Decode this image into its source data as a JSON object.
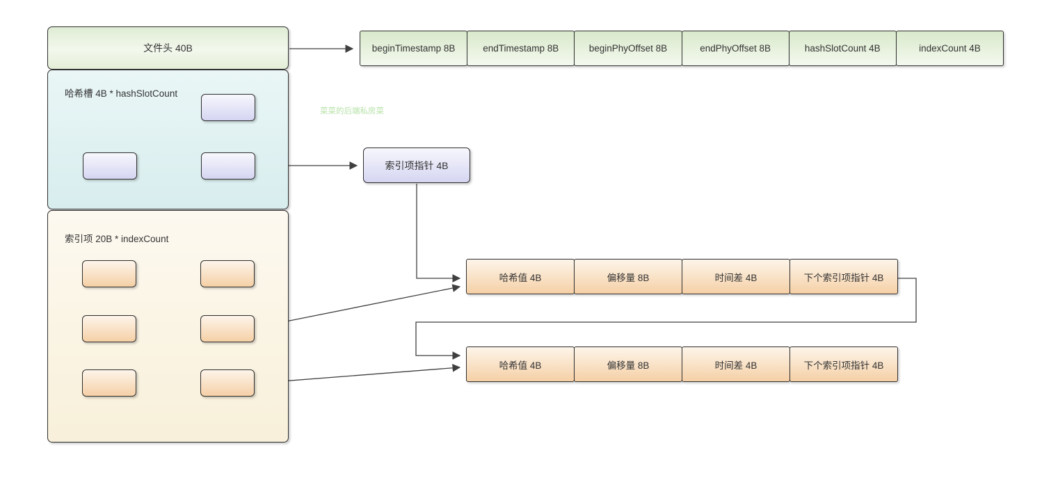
{
  "watermark": "菜菜的后端私房菜",
  "colors": {
    "border": "#2e2e2e",
    "green_box_top": "#d9e9cb",
    "cyan_section_bottom": "#d8edee",
    "cream_section_bottom": "#f8f0da",
    "purple_box_bottom": "#d5d5f2",
    "orange_box_bottom": "#f5d0a6",
    "watermark_green": "#b7e2a8",
    "connector": "#3f3f3f"
  },
  "file_layout": {
    "header_label": "文件头 40B",
    "hash_section_label": "哈希槽 4B * hashSlotCount",
    "index_section_label": "索引项 20B * indexCount"
  },
  "header_fields": [
    "beginTimestamp 8B",
    "endTimestamp 8B",
    "beginPhyOffset 8B",
    "endPhyOffset 8B",
    "hashSlotCount 4B",
    "indexCount 4B"
  ],
  "slot_pointer_label": "索引项指针 4B",
  "index_entry_rows": [
    [
      "哈希值 4B",
      "偏移量 8B",
      "时间差 4B",
      "下个索引项指针 4B"
    ],
    [
      "哈希值 4B",
      "偏移量 8B",
      "时间差 4B",
      "下个索引项指针 4B"
    ]
  ]
}
